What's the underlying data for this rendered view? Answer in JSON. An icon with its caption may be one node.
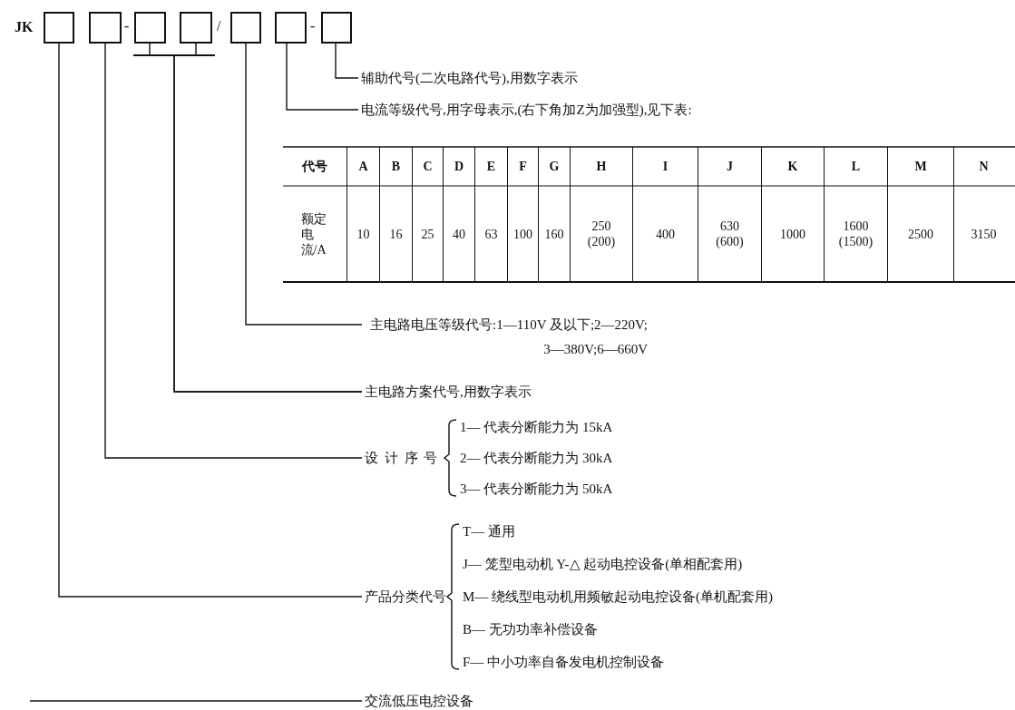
{
  "diagram": {
    "nodes": [
      {
        "text": [],
        "shape": "box"
      },
      {
        "text": [],
        "shape": "box"
      },
      {
        "text": [],
        "shape": "box"
      },
      {
        "text": [],
        "shape": "box"
      },
      {
        "text": [],
        "shape": "box"
      },
      {
        "text": [],
        "shape": "box"
      },
      {
        "text": [],
        "shape": "box"
      },
      {
        "text": [
          "辅助代号(二次电路代号),用数字表示"
        ]
      },
      {
        "text": [
          "电流等级代号,用字母表示,(右下角加Z为加强型),见下表:"
        ]
      },
      {
        "text": [
          "主电路电压等级代号:1—110V 及以下;2—220V; 3—380V;6—660V"
        ]
      },
      {
        "text": [
          "主电路方案代号,用数字表示"
        ]
      },
      {
        "text": [
          "设计序号"
        ],
        "beside": [
          "1— 代表分断能力为 15kA",
          "2— 代表分断能力为 30kA",
          "3— 代表分断能力为 50kA"
        ]
      },
      {
        "text": [
          "产品分类代号"
        ],
        "beside": [
          "T— 通用",
          "J— 笼型电动机 Y-△ 起动电控设备(单相配套用)",
          "M— 绕线型电动机用频敏起动电控设备(单机配套用)",
          "B— 无功功率补偿设备",
          "F— 中小功率自备发电机控制设备"
        ]
      },
      {
        "text": [
          "交流低压电控设备"
        ]
      }
    ],
    "edges": [
      {
        "from": 6,
        "to": 7,
        "arrow": "none"
      },
      {
        "from": 5,
        "to": 8,
        "arrow": "none"
      },
      {
        "from": 4,
        "to": 9,
        "arrow": "none"
      },
      {
        "from": 2,
        "to": 10,
        "arrow": "none"
      },
      {
        "from": 3,
        "to": 10,
        "arrow": "none"
      },
      {
        "from": 1,
        "to": 11,
        "arrow": "none"
      },
      {
        "from": 0,
        "to": 12,
        "arrow": "none"
      },
      {
        "from": null,
        "to": 13,
        "arrow": "none"
      }
    ],
    "labels": [
      "JK",
      "-",
      "/",
      "-",
      "代号",
      "A",
      "B",
      "C",
      "D",
      "E",
      "F",
      "G",
      "H",
      "I",
      "J",
      "K",
      "L",
      "M",
      "N",
      "额定电流/A",
      "10",
      "16",
      "25",
      "40",
      "63",
      "100",
      "160",
      "250 (200)",
      "400",
      "630 (600)",
      "1000",
      "1600 (1500)",
      "2500",
      "3150"
    ]
  }
}
